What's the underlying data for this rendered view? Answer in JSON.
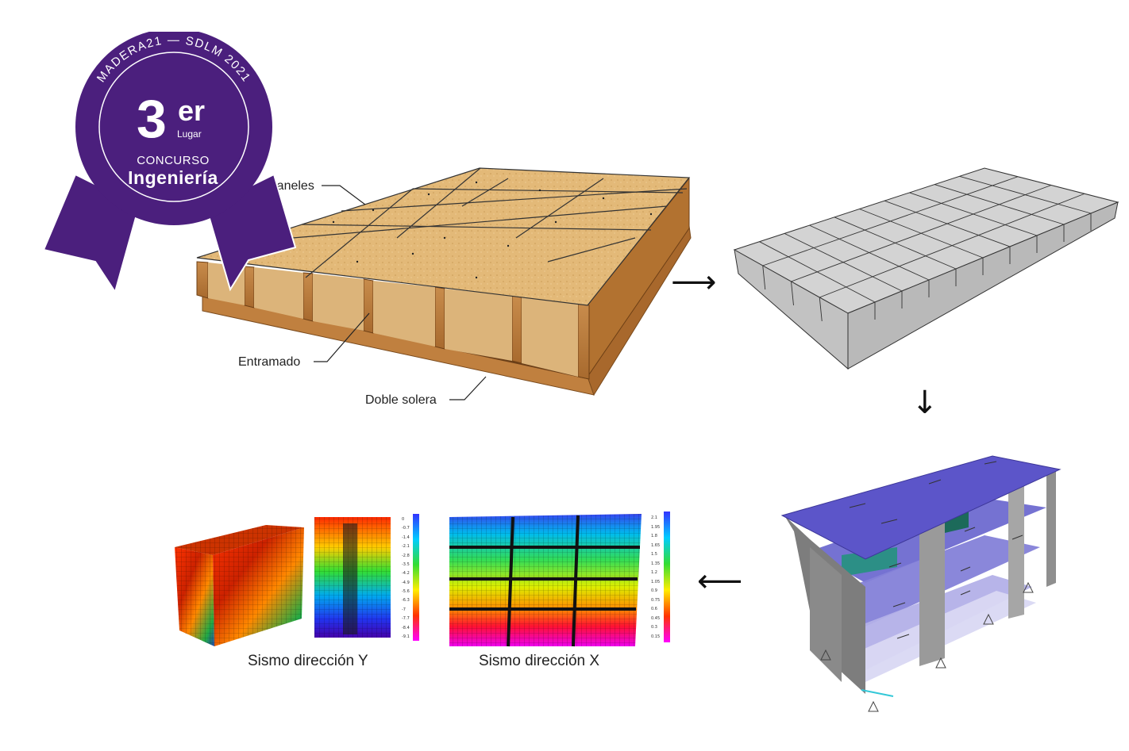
{
  "badge": {
    "ring_text": "MADERA21 — SDLM 2021",
    "place_number": "3",
    "place_suffix": "er",
    "place_word": "Lugar",
    "contest": "CONCURSO",
    "category": "Ingeniería",
    "color": "#4b1f7d"
  },
  "floor_diagram": {
    "labels": {
      "panels": "Paneles",
      "framing": "Entramado",
      "double_plate": "Doble solera"
    },
    "colors": {
      "osb": "#e2b877",
      "wood": "#b77a3c"
    }
  },
  "captions": {
    "seismic_y": "Sismo dirección Y",
    "seismic_x": "Sismo dirección X"
  },
  "arrows": {
    "right": "⟶",
    "down": "↓",
    "left": "⟵"
  },
  "scale_y": [
    "0",
    "-0.7",
    "-1.4",
    "-2.1",
    "-2.8",
    "-3.5",
    "-4.2",
    "-4.9",
    "-5.6",
    "-6.3",
    "-7",
    "-7.7",
    "-8.4",
    "-9.1"
  ],
  "scale_x": [
    "2.1",
    "1.95",
    "1.8",
    "1.65",
    "1.5",
    "1.35",
    "1.2",
    "1.05",
    "0.9",
    "0.75",
    "0.6",
    "0.45",
    "0.3",
    "0.15"
  ]
}
